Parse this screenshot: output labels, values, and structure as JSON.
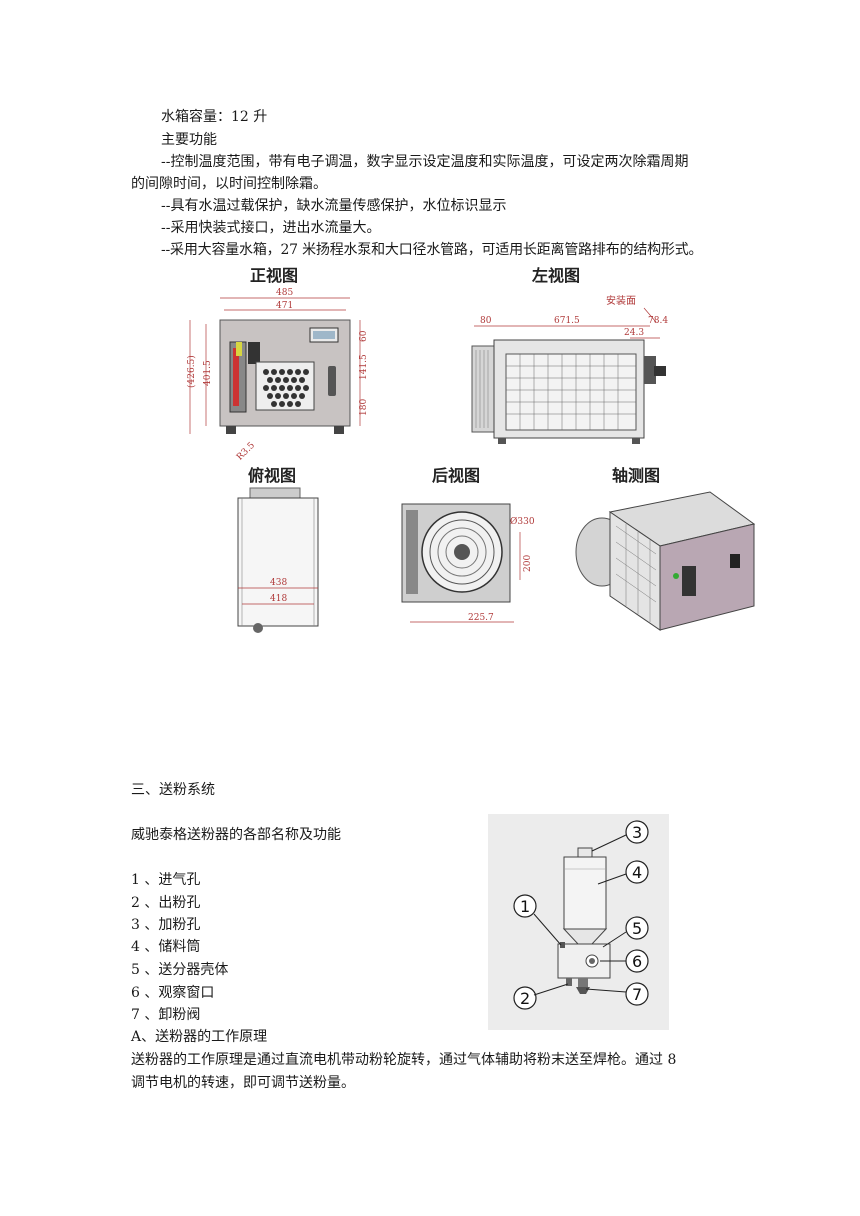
{
  "spec": {
    "tank_capacity": "水箱容量：12 升",
    "main_functions_title": "主要功能",
    "items": [
      "--控制温度范围，带有电子调温，数字显示设定温度和实际温度，可设定两次除霜周期",
      "的间隙时间，以时间控制除霜。",
      "--具有水温过载保护，缺水流量传感保护，水位标识显示",
      "--采用快装式接口，进出水流量大。",
      "--采用大容量水箱，27 米扬程水泵和大口径水管路，可适用长距离管路排布的结构形式。"
    ]
  },
  "drawing": {
    "front_title": "正视图",
    "left_title": "左视图",
    "top_title": "俯视图",
    "back_title": "后视图",
    "iso_title": "轴测图",
    "front_dims": [
      "485",
      "471",
      "60",
      "141.5",
      "180",
      "401.5",
      "(426.5)",
      "R3.5"
    ],
    "left_dims": [
      "安装面",
      "80",
      "671.5",
      "78.4",
      "24.3"
    ],
    "top_dims": [
      "438",
      "418"
    ],
    "back_dims": [
      "Ø330",
      "200",
      "225.7"
    ]
  },
  "section3": {
    "title": "三、送粉系统",
    "subtitle": "威驰泰格送粉器的各部名称及功能",
    "parts": [
      "1 、进气孔",
      "2 、出粉孔",
      "3 、加粉孔",
      "4 、储料筒",
      "5 、送分器壳体",
      "6 、观察窗口",
      "7 、卸粉阀"
    ],
    "principle_title": "A、送粉器的工作原理",
    "principle_line1": "送粉器的工作原理是通过直流电机带动粉轮旋转，通过气体辅助将粉末送至焊枪。通过 8",
    "principle_line2": "调节电机的转速，即可调节送粉量。",
    "callouts": [
      "1",
      "2",
      "3",
      "4",
      "5",
      "6",
      "7"
    ]
  }
}
